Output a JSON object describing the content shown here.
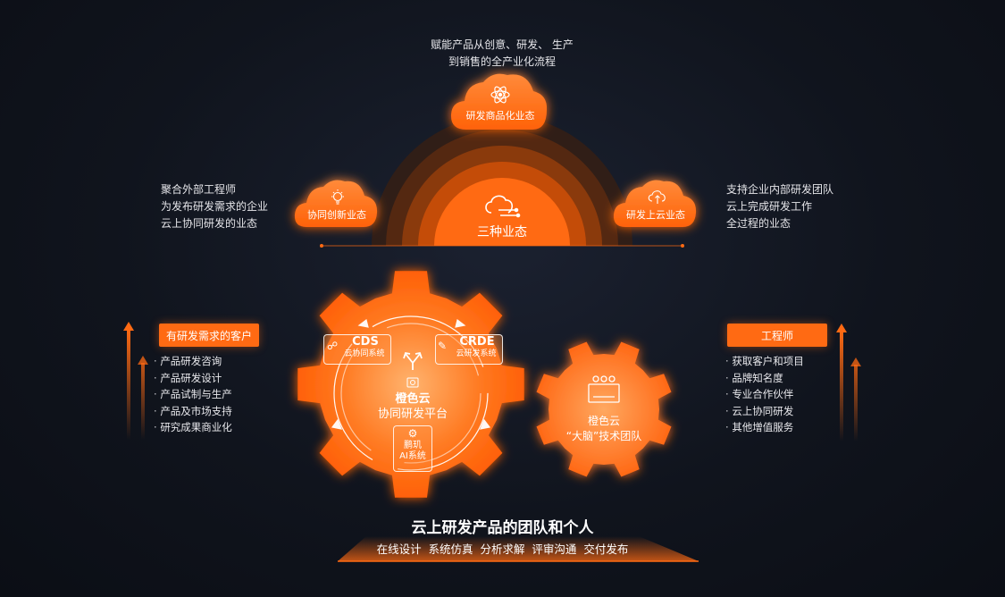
{
  "top": {
    "desc_line1": "赋能产品从创意、研发、 生产",
    "desc_line2": "到销售的全产业化流程",
    "cloud_label": "研发商品化业态",
    "cloud_icon": "atom-icon"
  },
  "center": {
    "label": "三种业态",
    "icon": "cloud-network-icon"
  },
  "left_cloud": {
    "label": "协同创新业态",
    "icon": "lightbulb-icon",
    "desc_lines": [
      "聚合外部工程师",
      "为发布研发需求的企业",
      "云上协同研发的业态"
    ]
  },
  "right_cloud": {
    "label": "研发上云业态",
    "icon": "cloud-upload-icon",
    "desc_lines": [
      "支持企业内部研发团队",
      "云上完成研发工作",
      "全过程的业态"
    ]
  },
  "left_panel": {
    "title": "有研发需求的客户",
    "items": [
      "产品研发咨询",
      "产品研发设计",
      "产品试制与生产",
      "产品及市场支持",
      "研究成果商业化"
    ]
  },
  "right_panel": {
    "title": "工程师",
    "items": [
      "获取客户和项目",
      "品牌知名度",
      "专业合作伙伴",
      "云上协同研发",
      "其他增值服务"
    ]
  },
  "big_gear": {
    "title_line1": "橙色云",
    "title_line2": "协同研发平台",
    "cds_title": "CDS",
    "cds_sub": "云协同系统",
    "crde_title": "CRDE",
    "crde_sub": "云研发系统",
    "ai_line1": "鹏玑",
    "ai_line2": "AI系统"
  },
  "small_gear": {
    "line1": "橙色云",
    "line2": "“大脑”技术团队"
  },
  "bottom": {
    "title": "云上研发产品的团队和个人",
    "subtitle": "在线设计  系统仿真  分析求解  评审沟通  交付发布"
  },
  "colors": {
    "accent": "#ff6a13",
    "accent_light": "#ff9a4a",
    "background": "#10141d"
  }
}
